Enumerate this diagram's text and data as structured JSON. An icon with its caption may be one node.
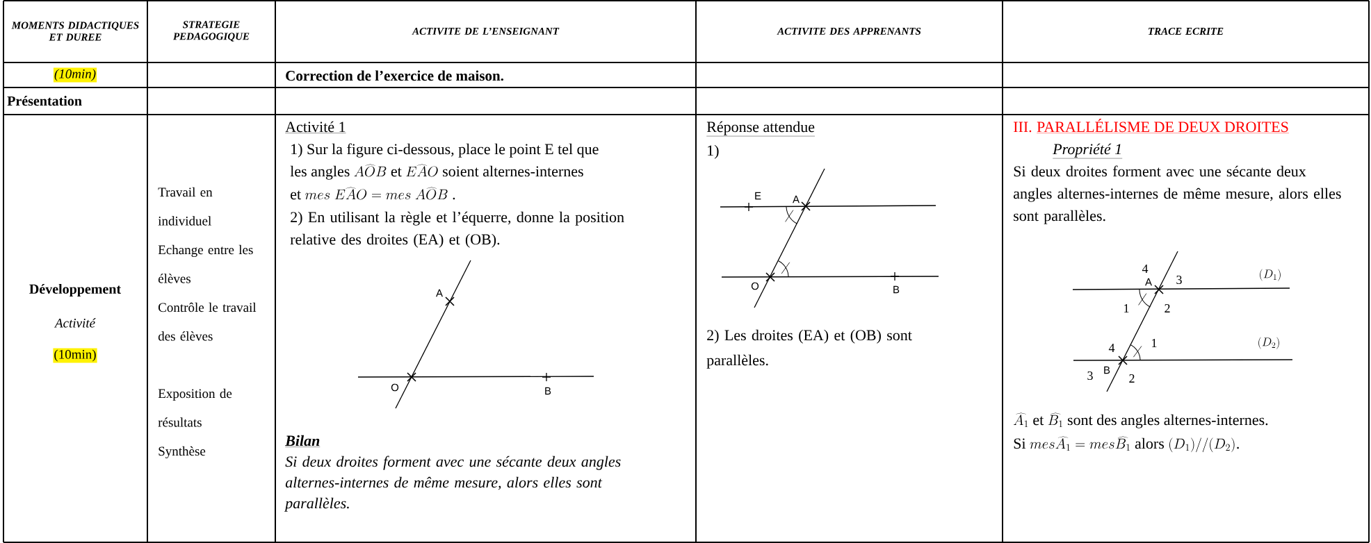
{
  "diagram": {
    "labels": [
      "MOMENTS DIDACTIQUES ET DUREE",
      "STRATEGIE PEDAGOGIQUE",
      "ACTIVITE DE L’ENSEIGNANT",
      "ACTIVITE DES APPRENANTS",
      "TRACE ECRITE",
      "(10min)",
      "Correction de l’exercice de maison.",
      "Présentation",
      "Développement",
      "Activité",
      "(10min)",
      "Travail en individuel",
      "Echange entre les élèves",
      "Contrôle le travail des élèves",
      "Exposition de résultats",
      "Synthèse",
      "Activité 1",
      "1) Sur la figure ci-dessous, place le point E tel que",
      "les angles",
      "\\widehat{AOB}",
      "et",
      "\\widehat{EAO}",
      "soient alternes-internes",
      "et",
      "mes\\ \\widehat{EAO} = mes\\ \\widehat{AOB}",
      ".",
      "2) En utilisant la règle et l’équerre, donne la position relative des droites (EA) et (OB).",
      "A",
      "O",
      "B",
      "Bilan",
      "Si deux droites forment avec une sécante deux angles alternes-internes de même mesure, alors elles sont parallèles.",
      "Réponse attendue",
      "1)",
      "E",
      "A",
      "O",
      "B",
      "2) Les droites (EA) et (OB) sont parallèles.",
      "III.",
      "PARALLÉLISME DE DEUX DROITES",
      "Propriété 1",
      "Si deux droites forment avec une sécante deux angles alternes-internes de même mesure, alors elles sont parallèles.",
      "4",
      "A",
      "3",
      "(D_1)",
      "1",
      "2",
      "4",
      "1",
      "(D_2)",
      "3",
      "B",
      "2",
      "\\widehat{A_1}",
      "et",
      "\\widehat{B_1}",
      "sont des angles alternes-internes.",
      "Si",
      "mes\\widehat{A_1} = mes\\widehat{B_1}",
      "alors",
      "(D_1)//(D_2)",
      "."
    ]
  }
}
